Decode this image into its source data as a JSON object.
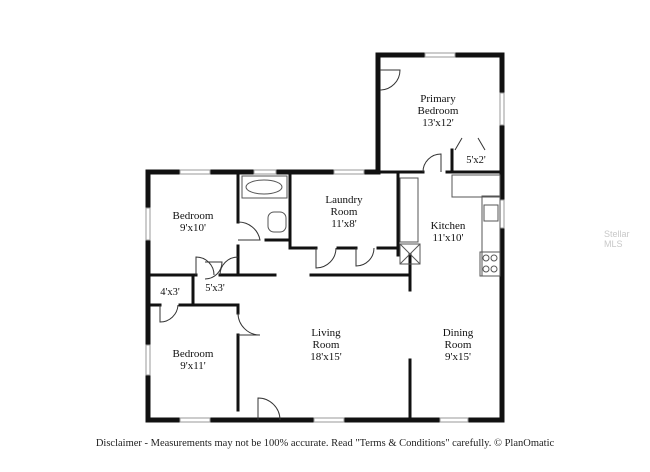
{
  "rooms": {
    "primary_bedroom": {
      "name": "Primary\nBedroom",
      "line1": "Primary",
      "line2": "Bedroom",
      "dims": "13'x12'"
    },
    "closet_primary": {
      "dims": "5'x2'"
    },
    "bedroom_top": {
      "line1": "Bedroom",
      "dims": "9'x10'"
    },
    "laundry": {
      "line1": "Laundry",
      "line2": "Room",
      "dims": "11'x8'"
    },
    "kitchen": {
      "line1": "Kitchen",
      "dims": "11'x10'"
    },
    "closet_a": {
      "dims": "4'x3'"
    },
    "closet_b": {
      "dims": "5'x3'"
    },
    "living": {
      "line1": "Living",
      "line2": "Room",
      "dims": "18'x15'"
    },
    "dining": {
      "line1": "Dining",
      "line2": "Room",
      "dims": "9'x15'"
    },
    "bedroom_bottom": {
      "line1": "Bedroom",
      "dims": "9'x11'"
    }
  },
  "footer": {
    "disclaimer": "Disclaimer - Measurements may not be 100% accurate. Read \"Terms & Conditions\" carefully. © PlanOmatic"
  },
  "watermark": "Stellar MLS",
  "colors": {
    "wall": "#111111",
    "window": "#9a9a9a",
    "fixture": "#555555"
  }
}
